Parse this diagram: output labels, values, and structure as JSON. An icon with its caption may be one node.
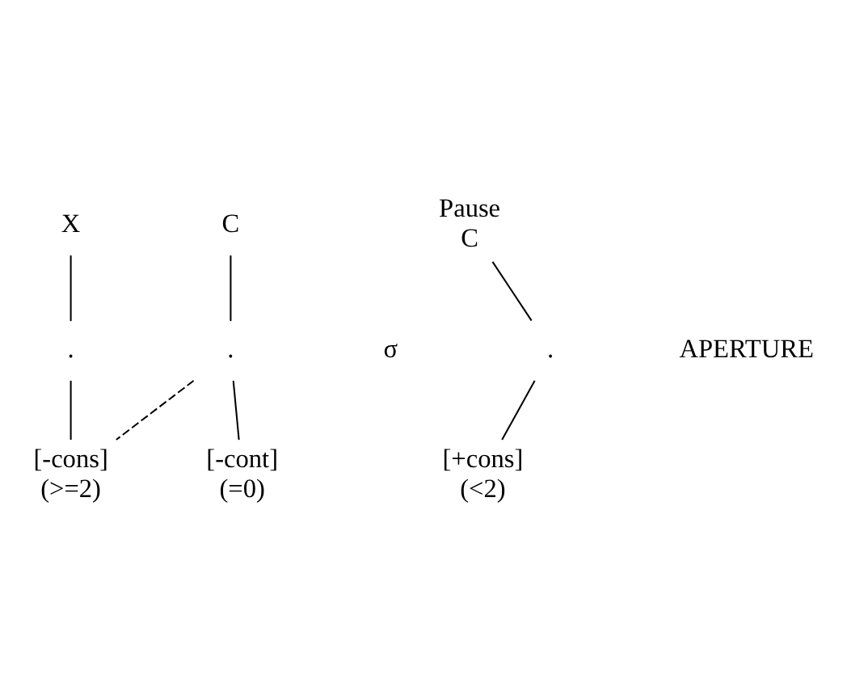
{
  "diagram": {
    "nodes": [
      {
        "text": [
          "X"
        ]
      },
      {
        "text": [
          "C"
        ]
      },
      {
        "text": [
          "Pause",
          "C"
        ]
      },
      {
        "text": [
          "."
        ]
      },
      {
        "text": [
          "."
        ]
      },
      {
        "text": [
          "."
        ]
      },
      {
        "text": [
          "[-cons]"
        ],
        "beside": [
          "(>=2)"
        ]
      },
      {
        "text": [
          "[-cont]"
        ],
        "beside": [
          "(=0)"
        ]
      },
      {
        "text": [
          "[+cons]"
        ],
        "beside": [
          "(<2)"
        ]
      }
    ],
    "edges": [
      {
        "from": 0,
        "to": 3,
        "arrow": "none"
      },
      {
        "from": 1,
        "to": 4,
        "arrow": "none"
      },
      {
        "from": 2,
        "to": 5,
        "arrow": "none"
      },
      {
        "from": 3,
        "to": 6,
        "arrow": "none"
      },
      {
        "from": 4,
        "to": 7,
        "arrow": "none"
      },
      {
        "from": 5,
        "to": 8,
        "arrow": "none"
      },
      {
        "from": 4,
        "to": 6,
        "arrow": "none",
        "style": "dashed"
      }
    ],
    "labels": [
      "σ",
      "APERTURE"
    ]
  }
}
